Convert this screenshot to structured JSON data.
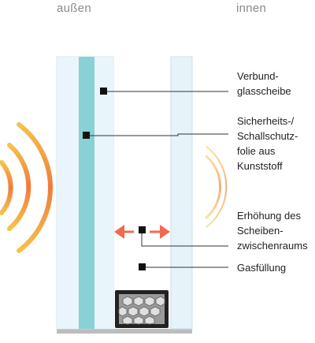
{
  "labels": {
    "outside": "außen",
    "inside": "innen"
  },
  "callouts": [
    {
      "id": "verbund",
      "text": "Verbund-\nglasscheibe"
    },
    {
      "id": "folie",
      "text": "Sicherheits-/\nSchallschutz-\nfolie aus\nKunststoff"
    },
    {
      "id": "abstand",
      "text": "Erhöhung des\nScheiben-\nzwischenraums"
    },
    {
      "id": "gas",
      "text": "Gasfüllung"
    }
  ],
  "colors": {
    "glass": "#e6f3f9",
    "glass_edge": "#c3dfeb",
    "foil": "#88d1d7",
    "arrow": "#ef6b4f",
    "sound_outer": "#f0a53a",
    "sound_inner": "#f37a3e",
    "base": "#bdbdbd",
    "spacer": "#222222",
    "desiccant": "#8e8e8e"
  }
}
